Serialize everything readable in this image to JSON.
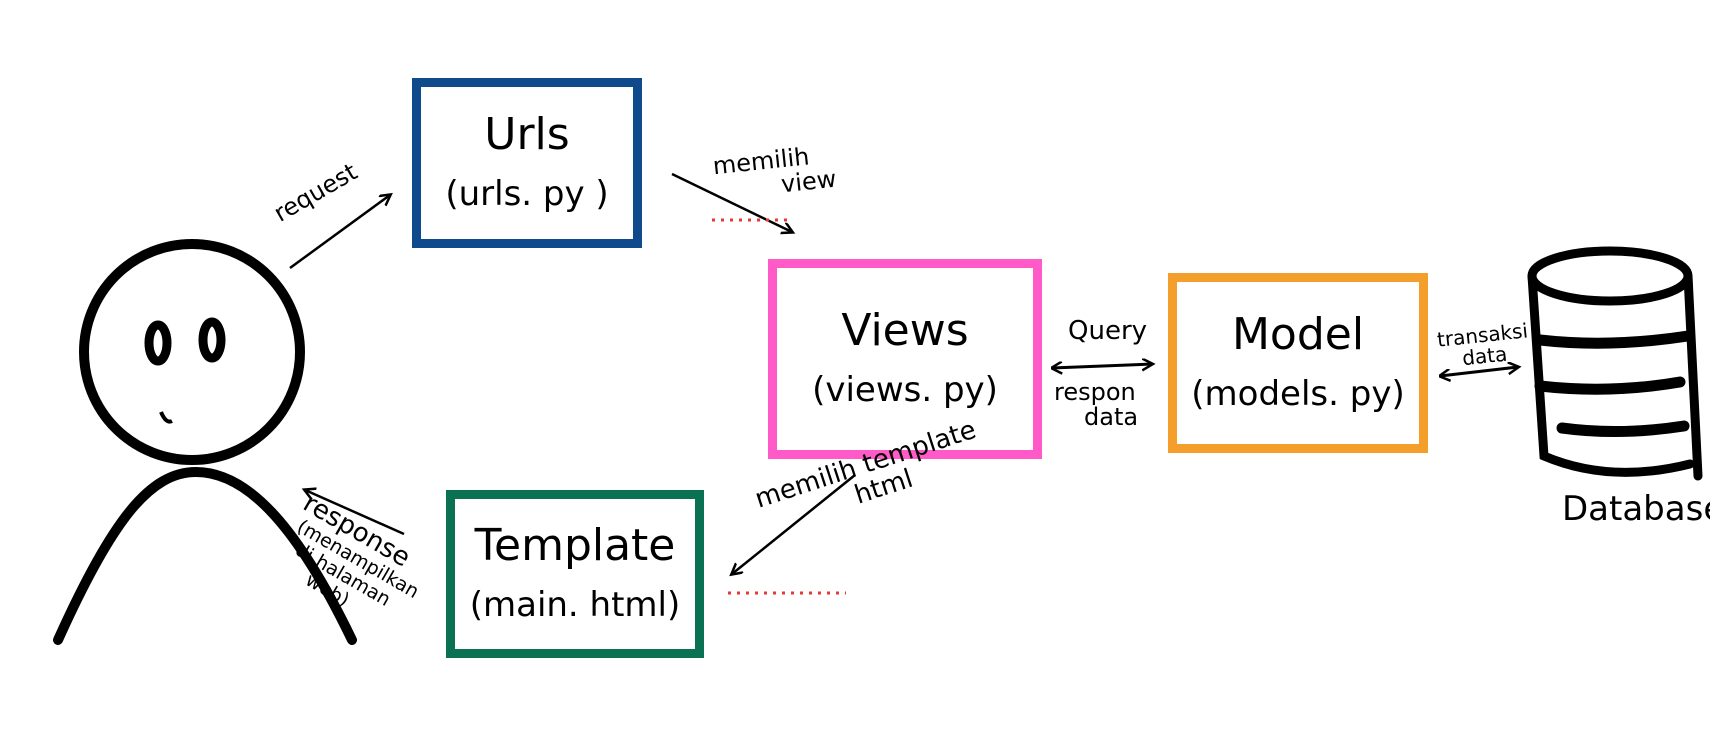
{
  "nodes": {
    "urls": {
      "title": "Urls",
      "file": "(urls. py )",
      "border_color": "#0f4a8c"
    },
    "views": {
      "title": "Views",
      "file": "(views. py)",
      "border_color": "#ff5ac8"
    },
    "model": {
      "title": "Model",
      "file": "(models. py)",
      "border_color": "#f49e2c"
    },
    "template": {
      "title": "Template",
      "file": "(main. html)",
      "border_color": "#0a7253"
    },
    "database": {
      "label": "Database",
      "icon": "database-cylinder-icon"
    },
    "user": {
      "icon": "stick-figure-user-icon"
    }
  },
  "edges": {
    "request": "request",
    "memilih_view": {
      "line1": "memilih",
      "line2": "view"
    },
    "query": "Query",
    "respon_data": {
      "line1": "respon",
      "line2": "data"
    },
    "transaksi_data": {
      "line1": "transaksi",
      "line2": "data"
    },
    "memilih_template": {
      "line1": "memilih template",
      "line2": "html"
    },
    "response": {
      "line1": "response",
      "line2": "(menampilkan",
      "line3": "di halaman",
      "line4": "web)"
    }
  },
  "colors": {
    "stroke": "#000000",
    "underline_dots": "#e53935"
  }
}
